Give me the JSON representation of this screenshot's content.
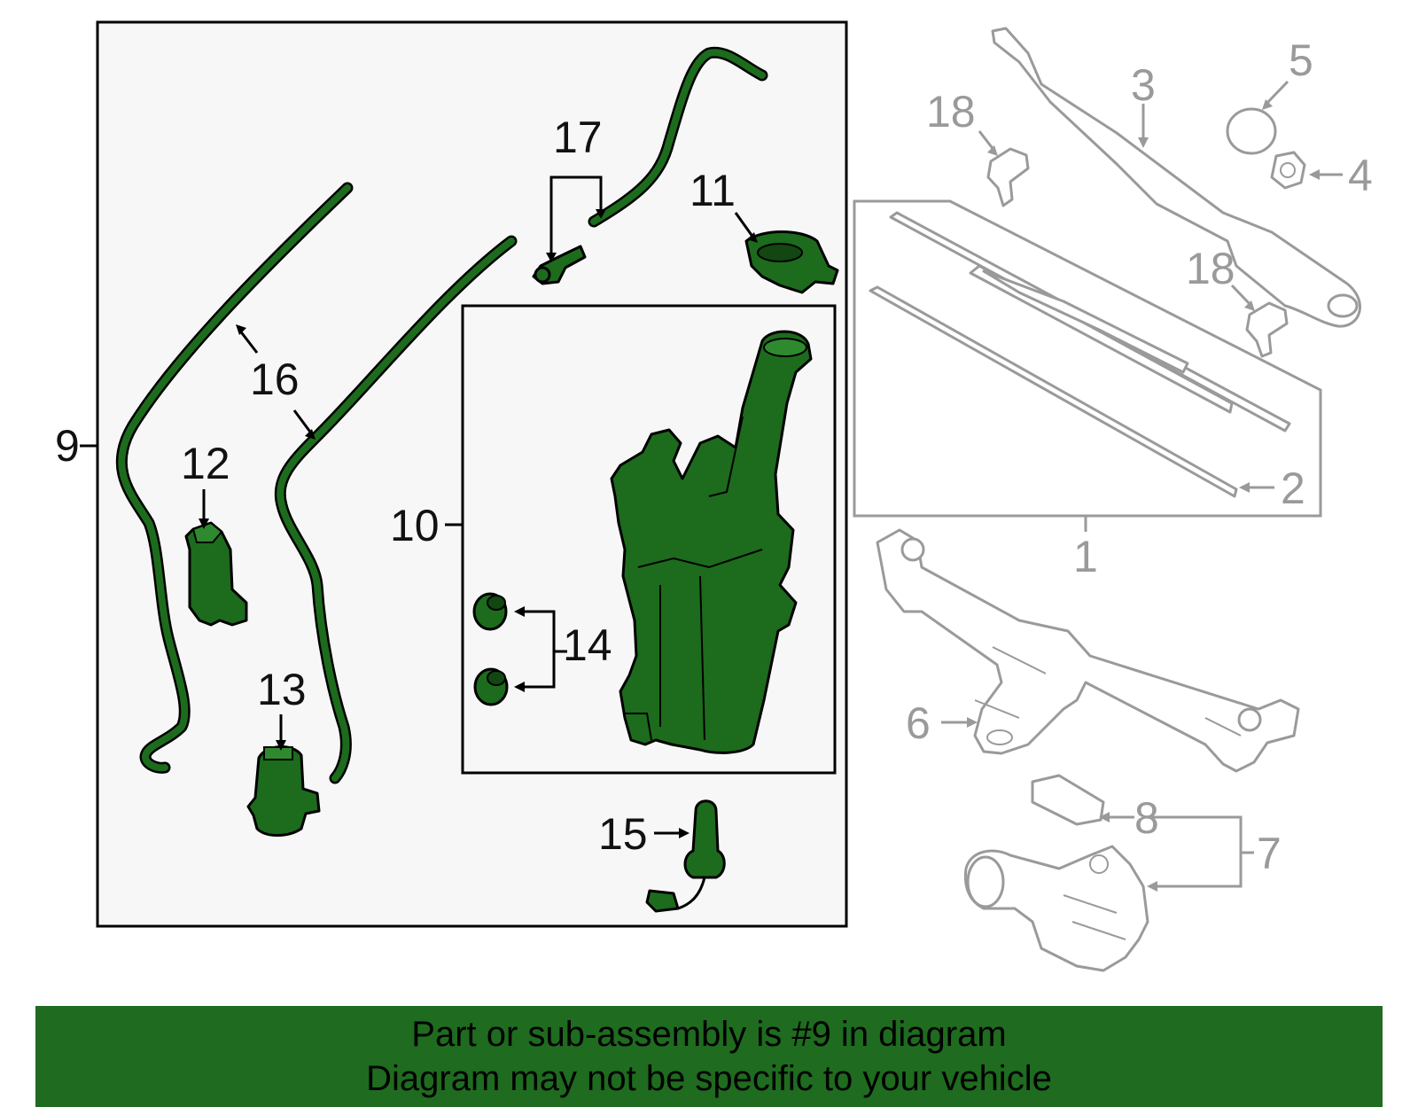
{
  "callouts": {
    "c1": "1",
    "c2": "2",
    "c3": "3",
    "c4": "4",
    "c5": "5",
    "c6": "6",
    "c7": "7",
    "c8": "8",
    "c9": "9",
    "c10": "10",
    "c11": "11",
    "c12": "12",
    "c13": "13",
    "c14": "14",
    "c15": "15",
    "c16": "16",
    "c17": "17",
    "c18a": "18",
    "c18b": "18"
  },
  "footer": {
    "line1": "Part or sub-assembly is #9 in diagram",
    "line2": "Diagram may not be specific to your vehicle"
  },
  "colors": {
    "highlight_green": "#1d6b1d",
    "banner_green": "#1f6b1f",
    "inactive_gray": "#9a9a9a",
    "panel_bg": "#f7f7f7"
  }
}
